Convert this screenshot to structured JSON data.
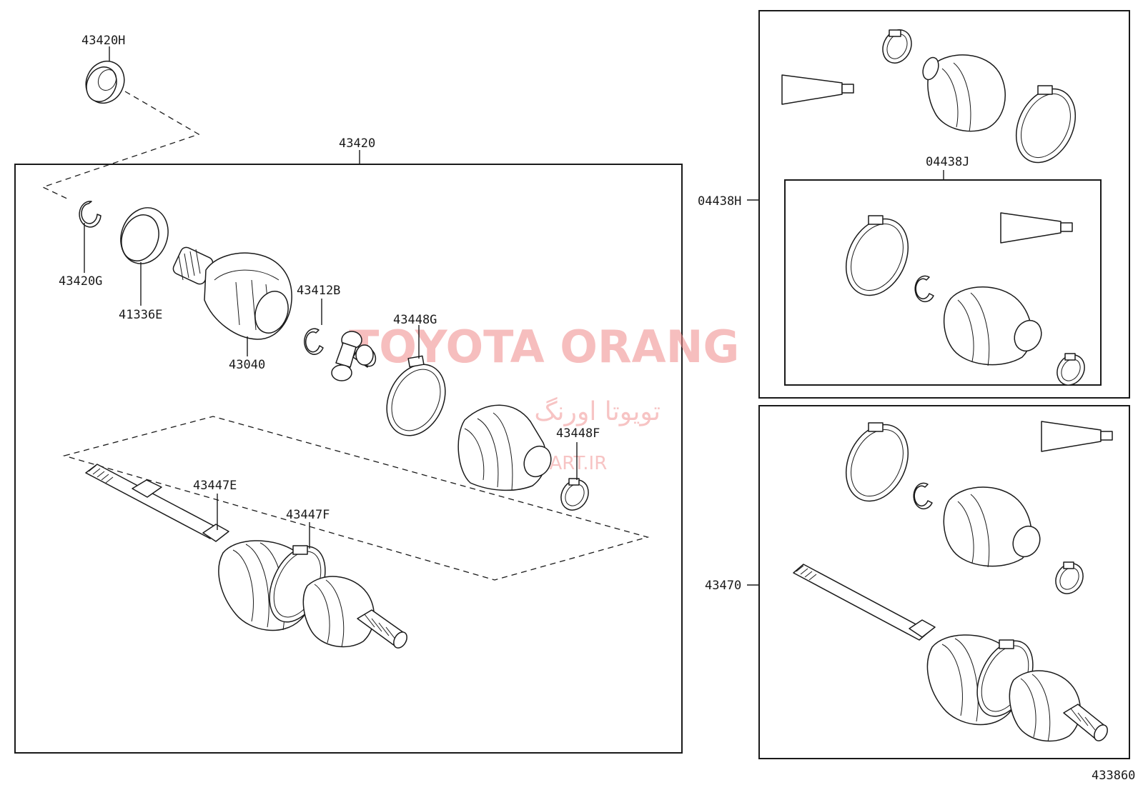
{
  "callouts": {
    "p43420H": "43420H",
    "p43420": "43420",
    "p43420G": "43420G",
    "p41336E": "41336E",
    "p43040": "43040",
    "p43412B": "43412B",
    "p43448G": "43448G",
    "p43448F": "43448F",
    "p43447E": "43447E",
    "p43447F": "43447F",
    "p04438H": "04438H",
    "p04438J": "04438J",
    "p43470": "43470"
  },
  "figure_number": "433860",
  "watermark": {
    "brand": "TOYOTA ORANG",
    "persian": "تویوتا اورنگ",
    "site": "TOYOTAPART.IR",
    "color": "#f08a8a"
  },
  "icons": {
    "boot": "cv-boot-icon",
    "clamp": "boot-clamp-icon",
    "grease": "grease-tube-icon",
    "shaft": "drive-shaft-icon"
  }
}
